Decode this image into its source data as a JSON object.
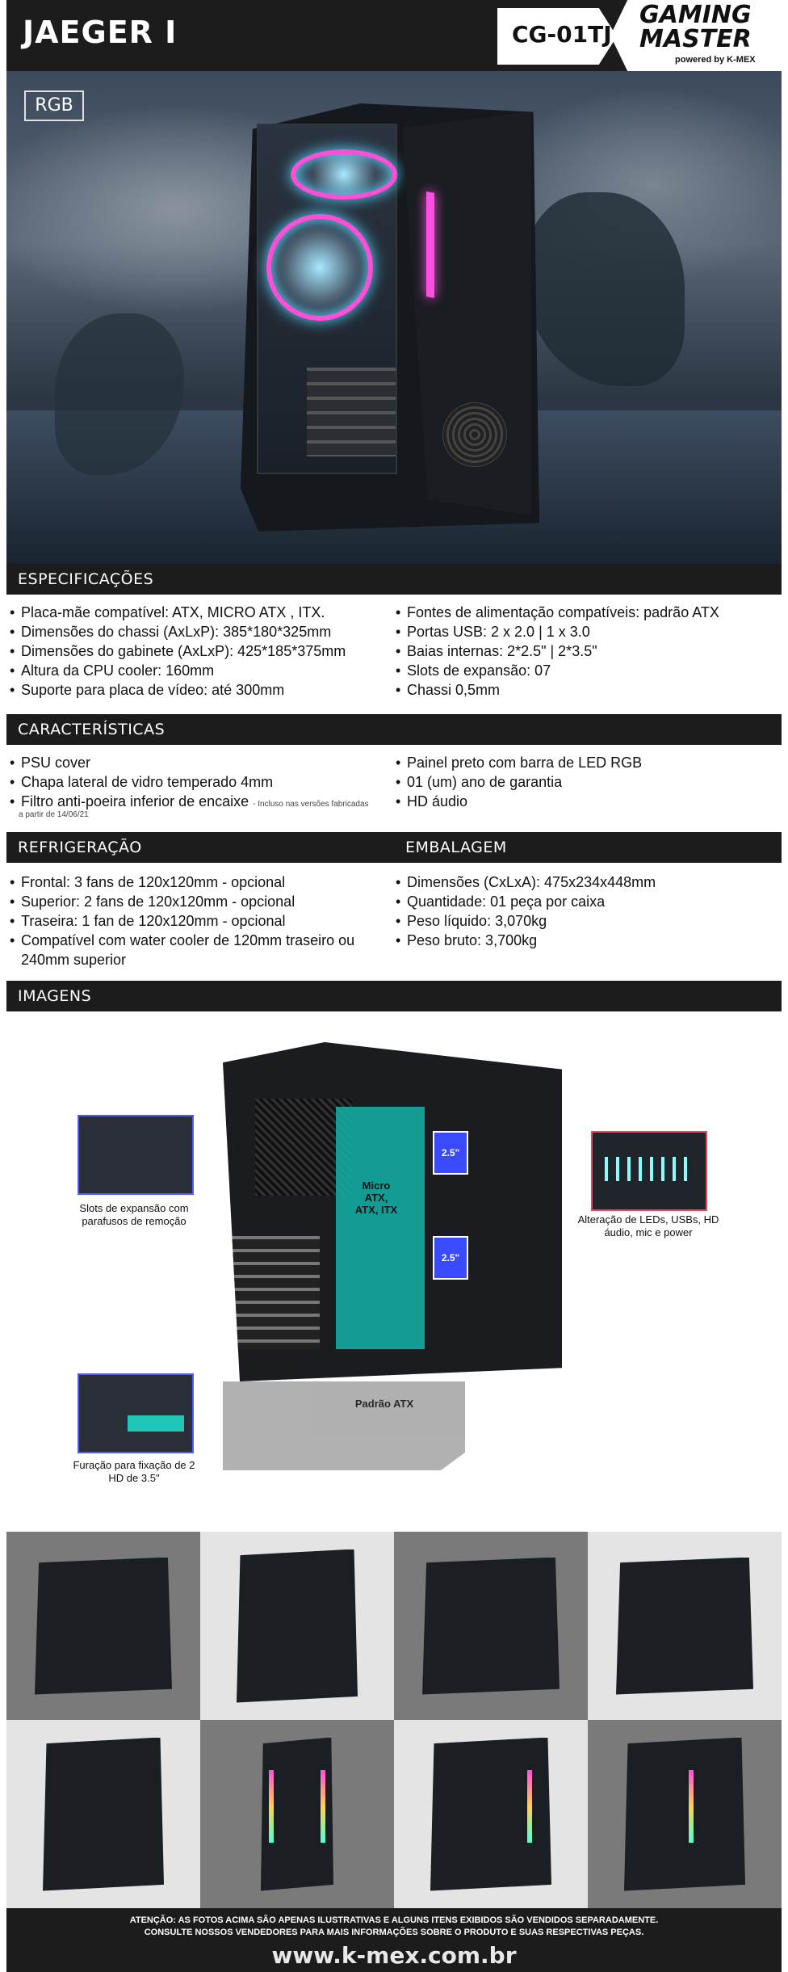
{
  "header": {
    "title": "JAEGER I",
    "model_code": "CG-01TJ",
    "brand_line1": "GAMING",
    "brand_line2": "MASTER",
    "brand_tagline": "powered by K-MEX"
  },
  "hero": {
    "badge": "RGB"
  },
  "specs": {
    "heading": "ESPECIFICAÇÕES",
    "left": [
      "Placa-mãe compatível: ATX, MICRO ATX , ITX.",
      "Dimensões do chassi (AxLxP): 385*180*325mm",
      "Dimensões do gabinete (AxLxP): 425*185*375mm",
      "Altura da CPU cooler: 160mm",
      "Suporte para placa de vídeo: até 300mm"
    ],
    "right": [
      "Fontes de alimentação compatíveis: padrão ATX",
      "Portas USB: 2 x 2.0 | 1 x 3.0",
      "Baias internas: 2*2.5\" | 2*3.5\"",
      "Slots de expansão: 07",
      "Chassi 0,5mm"
    ]
  },
  "features": {
    "heading": "CARACTERÍSTICAS",
    "left": [
      "PSU cover",
      "Chapa lateral de vidro temperado 4mm",
      "Filtro anti-poeira inferior de encaixe"
    ],
    "filter_note": "- Incluso nas versões fabricadas",
    "filter_note2": "a partir de 14/06/21",
    "right": [
      "Painel preto com barra de LED RGB",
      "01 (um) ano de garantia",
      "HD áudio"
    ]
  },
  "cooling": {
    "heading": "REFRIGERAÇÃO",
    "items": [
      "Frontal: 3 fans de 120x120mm - opcional",
      "Superior: 2 fans de 120x120mm - opcional",
      "Traseira: 1 fan de 120x120mm - opcional",
      "Compatível com water cooler de 120mm traseiro ou 240mm superior"
    ]
  },
  "packaging": {
    "heading": "EMBALAGEM",
    "items": [
      "Dimensões (CxLxA): 475x234x448mm",
      "Quantidade: 01 peça por caixa",
      "Peso líquido: 3,070kg",
      "Peso bruto: 3,700kg"
    ]
  },
  "images": {
    "heading": "IMAGENS",
    "bay_label": "2.5\"",
    "mb_label": "Micro ATX, ATX, ITX",
    "psu_label": "Padrão ATX",
    "caption_slots": "Slots de expansão com parafusos de remoção",
    "caption_hd": "Furação para fixação de 2 HD de 3.5\"",
    "caption_leds": "Alteração de LEDs, USBs, HD áudio, mic e power"
  },
  "footer": {
    "warning_line1": "ATENÇÃO: AS FOTOS ACIMA SÃO APENAS ILUSTRATIVAS E ALGUNS ITENS EXIBIDOS SÃO VENDIDOS SEPARADAMENTE.",
    "warning_line2": "CONSULTE NOSSOS VENDEDORES PARA MAIS INFORMAÇÕES SOBRE O PRODUTO E SUAS RESPECTIVAS PEÇAS.",
    "website": "www.k-mex.com.br"
  },
  "colors": {
    "bar": "#1c1c1c",
    "rgb_pink": "#ff4fe0",
    "accent_teal": "#22c6b8",
    "bay_blue": "#3a4bff"
  }
}
